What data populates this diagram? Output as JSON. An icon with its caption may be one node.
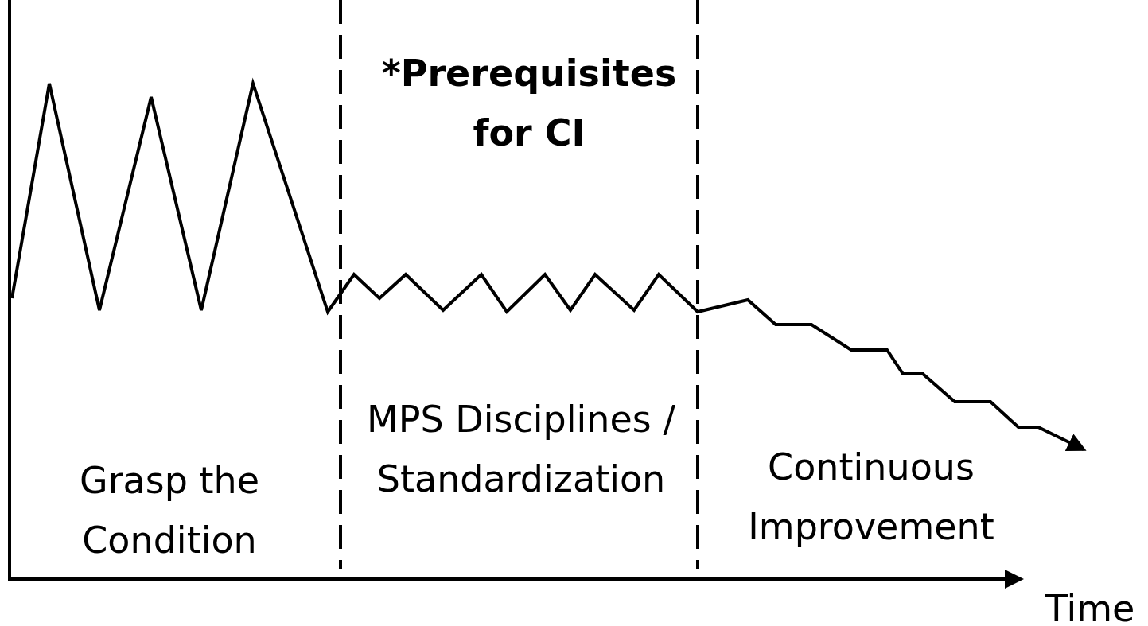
{
  "diagram": {
    "labels": [
      "*Prerequisites for CI",
      "Grasp the Condition",
      "MPS Disciplines / Standardization",
      "Continuous Improvement",
      "Time"
    ]
  }
}
